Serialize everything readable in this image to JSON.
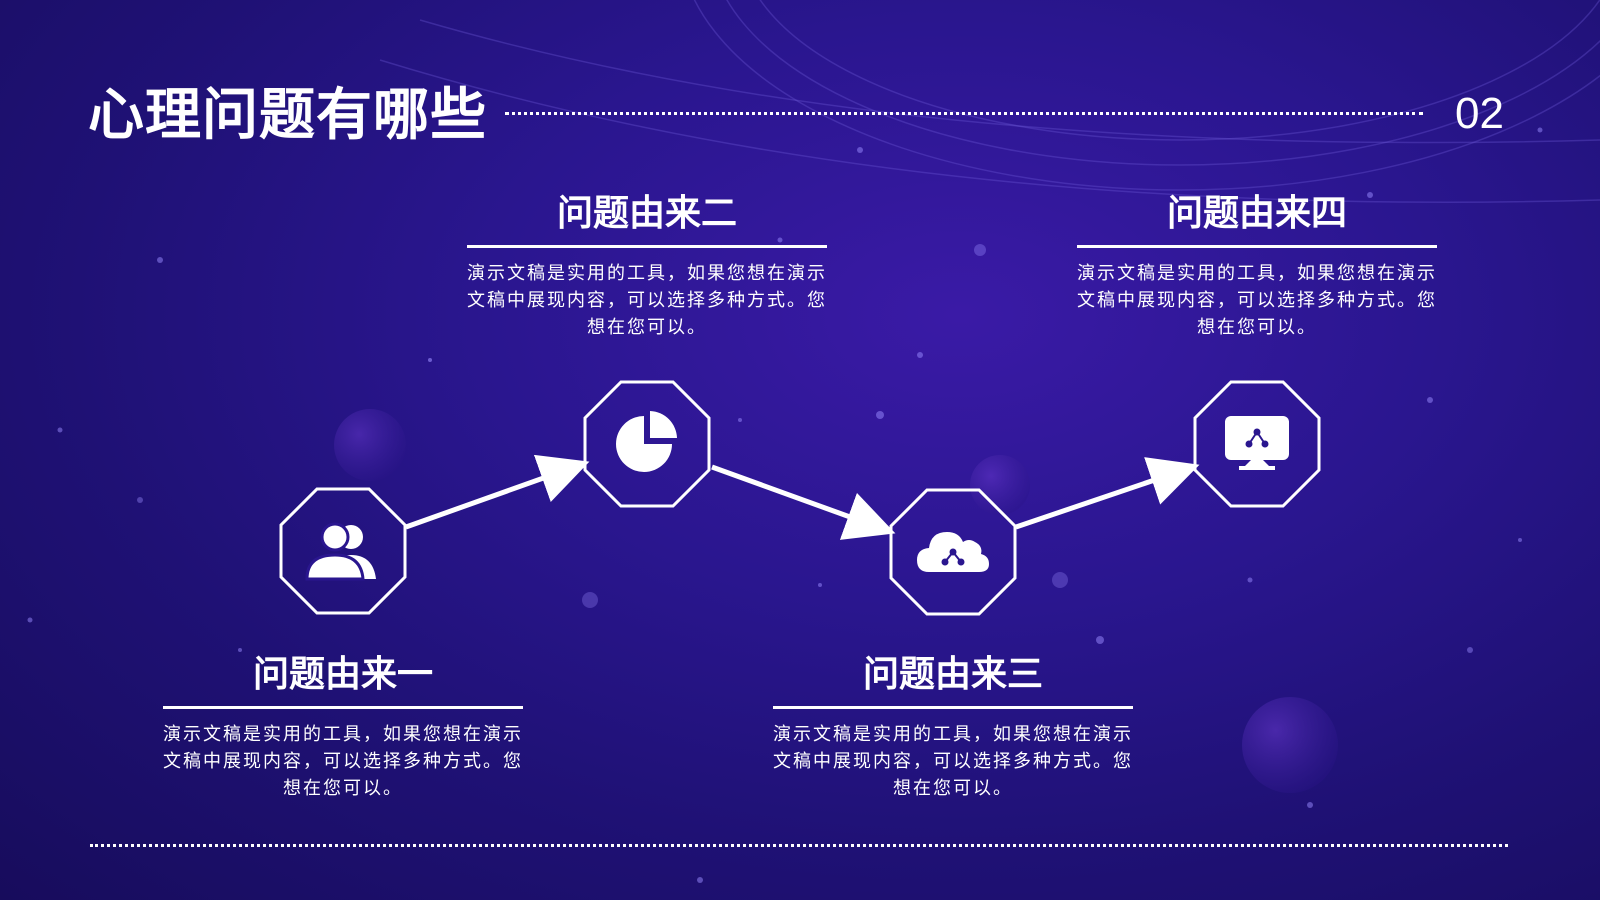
{
  "slide": {
    "title": "心理问题有哪些",
    "page_number": "02"
  },
  "steps": [
    {
      "heading": "问题由来一",
      "description": "演示文稿是实用的工具，如果您想在演示文稿中展现内容，可以选择多种方式。您想在您可以。",
      "icon": "users-icon"
    },
    {
      "heading": "问题由来二",
      "description": "演示文稿是实用的工具，如果您想在演示文稿中展现内容，可以选择多种方式。您想在您可以。",
      "icon": "pie-chart-icon"
    },
    {
      "heading": "问题由来三",
      "description": "演示文稿是实用的工具，如果您想在演示文稿中展现内容，可以选择多种方式。您想在您可以。",
      "icon": "cloud-network-icon"
    },
    {
      "heading": "问题由来四",
      "description": "演示文稿是实用的工具，如果您想在演示文稿中展现内容，可以选择多种方式。您想在您可以。",
      "icon": "presentation-screen-icon"
    }
  ],
  "colors": {
    "background": "#2a168f",
    "foreground": "#ffffff"
  }
}
